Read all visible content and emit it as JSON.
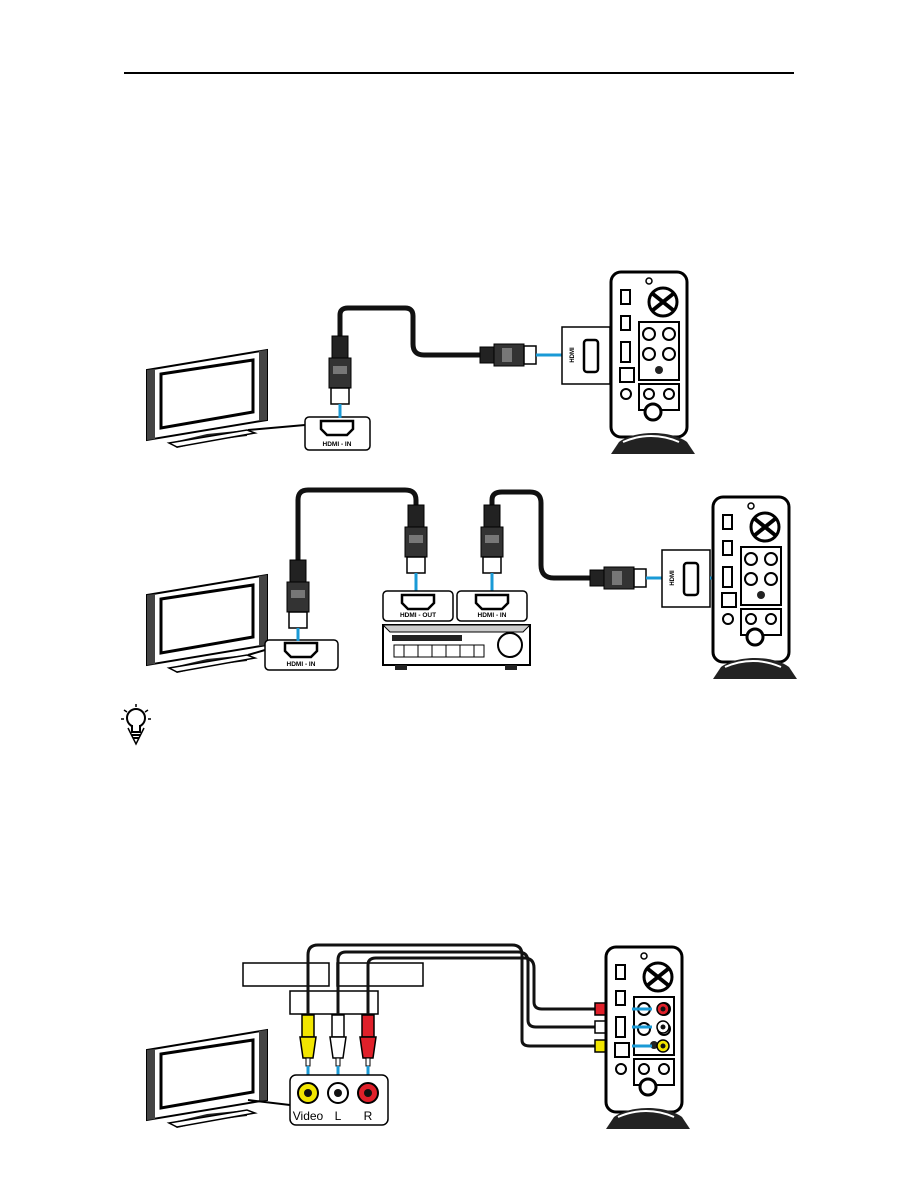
{
  "diagram1": {
    "tv_port_label": "HDMI - IN",
    "player_port_label": "HDMI"
  },
  "diagram2": {
    "tv_port_label": "HDMI - IN",
    "receiver_out_label": "HDMI - OUT",
    "receiver_in_label": "HDMI - IN",
    "player_port_label": "HDMI"
  },
  "diagram3": {
    "jack_labels": {
      "video": "Video",
      "left": "L",
      "right": "R"
    }
  },
  "colors": {
    "cable": "#111111",
    "link": "#1a9ad6",
    "rca_yellow": "#f2e600",
    "rca_white": "#ffffff",
    "rca_red": "#e0202a"
  }
}
